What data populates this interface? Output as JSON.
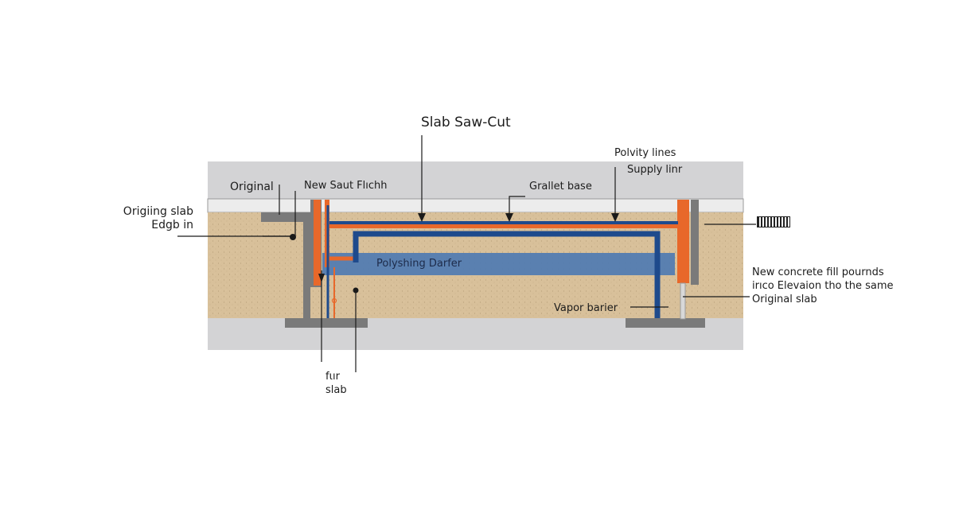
{
  "title": "Slab Saw-Cut",
  "labels": {
    "original": "Original",
    "new_saw_finish": "New Saut Flıchh",
    "gravel_base": "Grallet base",
    "polyvity_lines": "Polvity lines",
    "supply_line": "Supply linr",
    "original_slab_edge": "Origiing slab\nEdgb in",
    "polyshing_barrier": "Polyshing Darfer",
    "vapor_barrier": "Vapor barier",
    "new_concrete_fill": "New concrete fill pournds\nirıco Elevaion tho the same\nOriginal slab",
    "fur_slab": "fιır\nslab"
  },
  "colors": {
    "soil": "#d8c09a",
    "slab_gray": "#d3d3d5",
    "barrier_blue": "#4f7bb2",
    "pipe_blue": "#1e4a8c",
    "pipe_orange": "#e8682a",
    "form_gray": "#7a7a7a",
    "line_dark": "#1a1a1a"
  }
}
